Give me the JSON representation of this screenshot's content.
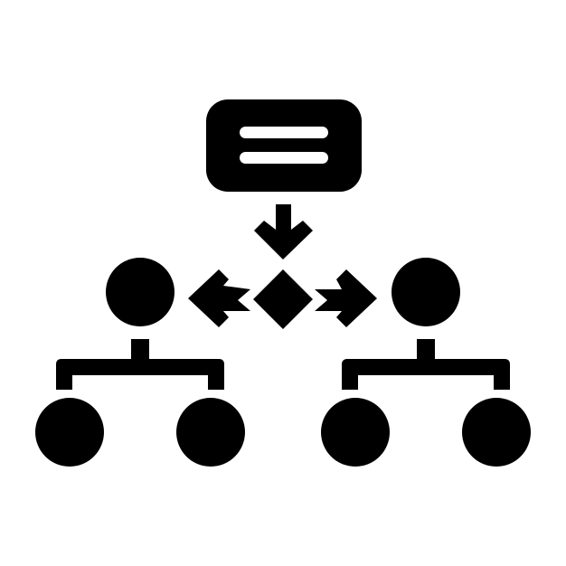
{
  "colors": {
    "background": "#ffffff",
    "foreground": "#000000"
  },
  "icon": {
    "name": "flowchart-decision-icon",
    "parts": [
      "process-box",
      "down-arrow",
      "decision-diamond",
      "left-arrow",
      "right-arrow",
      "left-org-tree",
      "right-org-tree"
    ]
  }
}
